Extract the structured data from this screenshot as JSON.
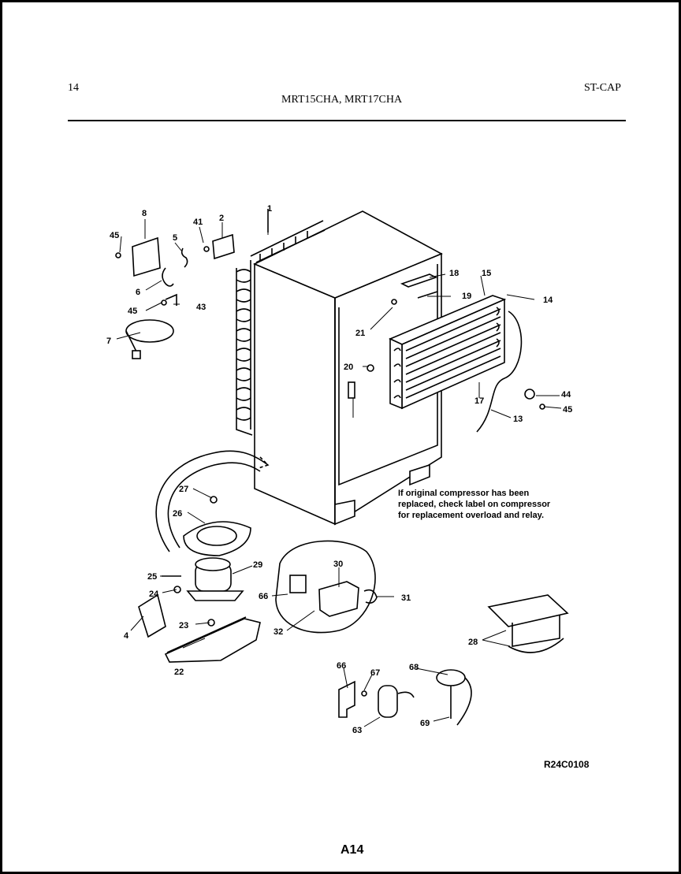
{
  "header": {
    "page_number": "14",
    "models": "MRT15CHA, MRT17CHA",
    "section": "ST-CAP"
  },
  "diagram": {
    "callouts": [
      "1",
      "2",
      "4",
      "5",
      "6",
      "7",
      "8",
      "13",
      "14",
      "15",
      "17",
      "18",
      "19",
      "20",
      "21",
      "22",
      "23",
      "24",
      "25",
      "26",
      "27",
      "28",
      "29",
      "30",
      "31",
      "32",
      "41",
      "43",
      "44",
      "45",
      "63",
      "66",
      "67",
      "68",
      "69"
    ],
    "note_line1": "If original compressor has been",
    "note_line2": "replaced, check label on compressor",
    "note_line3": "for replacement overload and relay.",
    "drawing_code": "R24C0108"
  },
  "footer": {
    "page_label": "A14"
  }
}
